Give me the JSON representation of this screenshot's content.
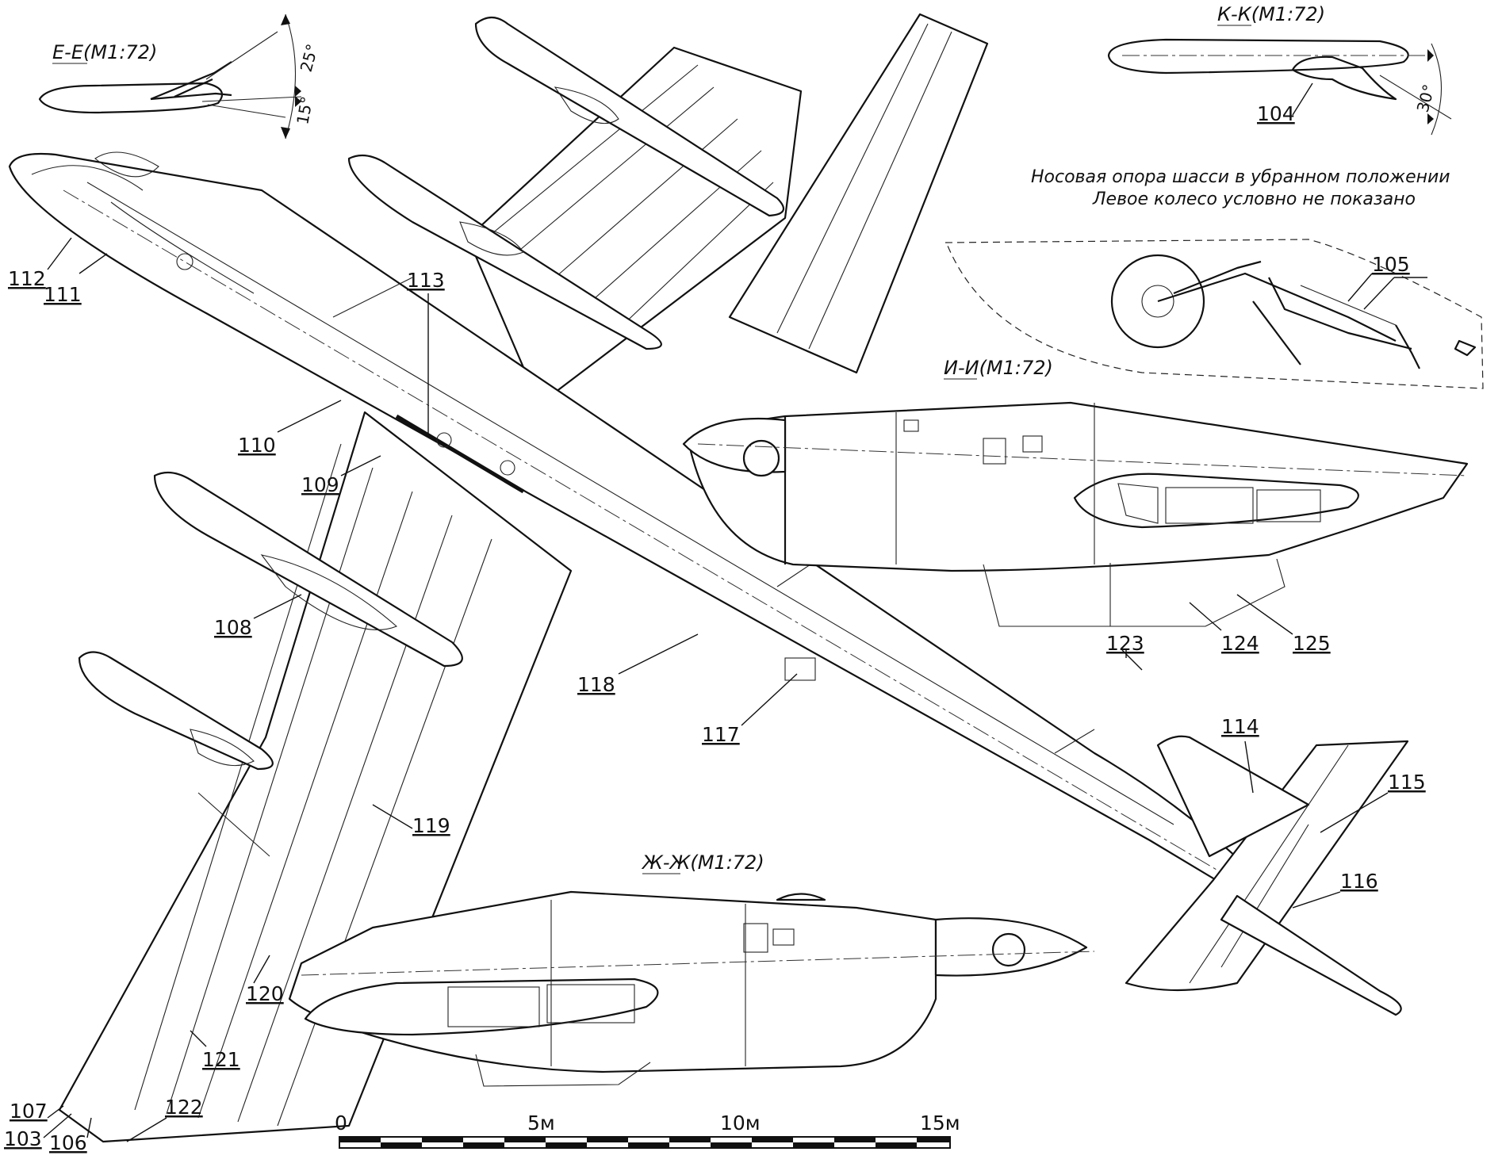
{
  "sections": {
    "ee": "Е-Е(М1:72)",
    "kk": "К-К(М1:72)",
    "ii": "И-И(М1:72)",
    "zhzh": "Ж-Ж(М1:72)"
  },
  "angles": {
    "ee_upper": "25°",
    "ee_lower": "15°",
    "kk": "30°"
  },
  "note": {
    "line1": "Носовая опора шасси в убранном положении",
    "line2": "Левое колесо условно не показано"
  },
  "callouts": {
    "c103": "103",
    "c104": "104",
    "c105": "105",
    "c106": "106",
    "c107": "107",
    "c108": "108",
    "c109": "109",
    "c110": "110",
    "c111": "111",
    "c112": "112",
    "c113": "113",
    "c114": "114",
    "c115": "115",
    "c116": "116",
    "c117": "117",
    "c118": "118",
    "c119": "119",
    "c120": "120",
    "c121": "121",
    "c122": "122",
    "c123": "123",
    "c124": "124",
    "c125": "125"
  },
  "scale_bar": {
    "labels": [
      "0",
      "5м",
      "10м",
      "15м"
    ]
  }
}
